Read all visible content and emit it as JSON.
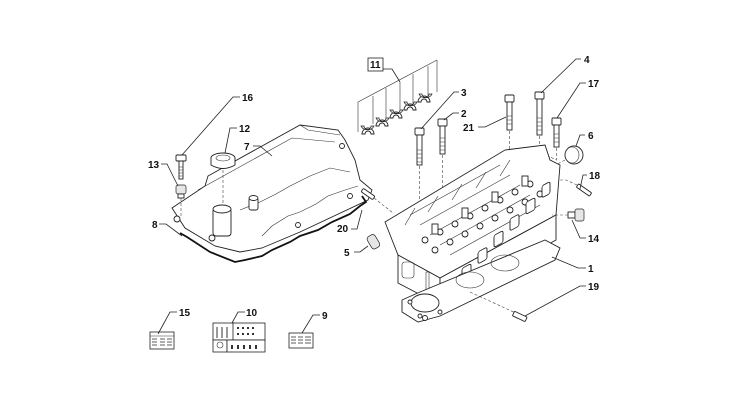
{
  "diagram": {
    "title": "Cylinder head assembly - exploded view",
    "callouts": [
      {
        "id": "1",
        "label": "1",
        "part": "cylinder-head"
      },
      {
        "id": "2",
        "label": "2",
        "part": "head-bolt"
      },
      {
        "id": "3",
        "label": "3",
        "part": "head-bolt"
      },
      {
        "id": "4",
        "label": "4",
        "part": "long-bolt"
      },
      {
        "id": "5",
        "label": "5",
        "part": "plug-cap"
      },
      {
        "id": "6",
        "label": "6",
        "part": "sealing-plug"
      },
      {
        "id": "7",
        "label": "7",
        "part": "valve-cover"
      },
      {
        "id": "8",
        "label": "8",
        "part": "valve-cover-gasket"
      },
      {
        "id": "9",
        "label": "9",
        "part": "label-plate"
      },
      {
        "id": "10",
        "label": "10",
        "part": "label-kit"
      },
      {
        "id": "11",
        "label": "11",
        "part": "camshaft-bearing-caps",
        "boxed": true
      },
      {
        "id": "12",
        "label": "12",
        "part": "oil-filler-cap"
      },
      {
        "id": "13",
        "label": "13",
        "part": "grommet"
      },
      {
        "id": "14",
        "label": "14",
        "part": "sensor-plug"
      },
      {
        "id": "15",
        "label": "15",
        "part": "label-plate"
      },
      {
        "id": "16",
        "label": "16",
        "part": "cover-bolt"
      },
      {
        "id": "17",
        "label": "17",
        "part": "bolt"
      },
      {
        "id": "18",
        "label": "18",
        "part": "stud"
      },
      {
        "id": "19",
        "label": "19",
        "part": "stud"
      },
      {
        "id": "20",
        "label": "20",
        "part": "stud"
      },
      {
        "id": "21",
        "label": "21",
        "part": "head-bolt"
      }
    ]
  }
}
